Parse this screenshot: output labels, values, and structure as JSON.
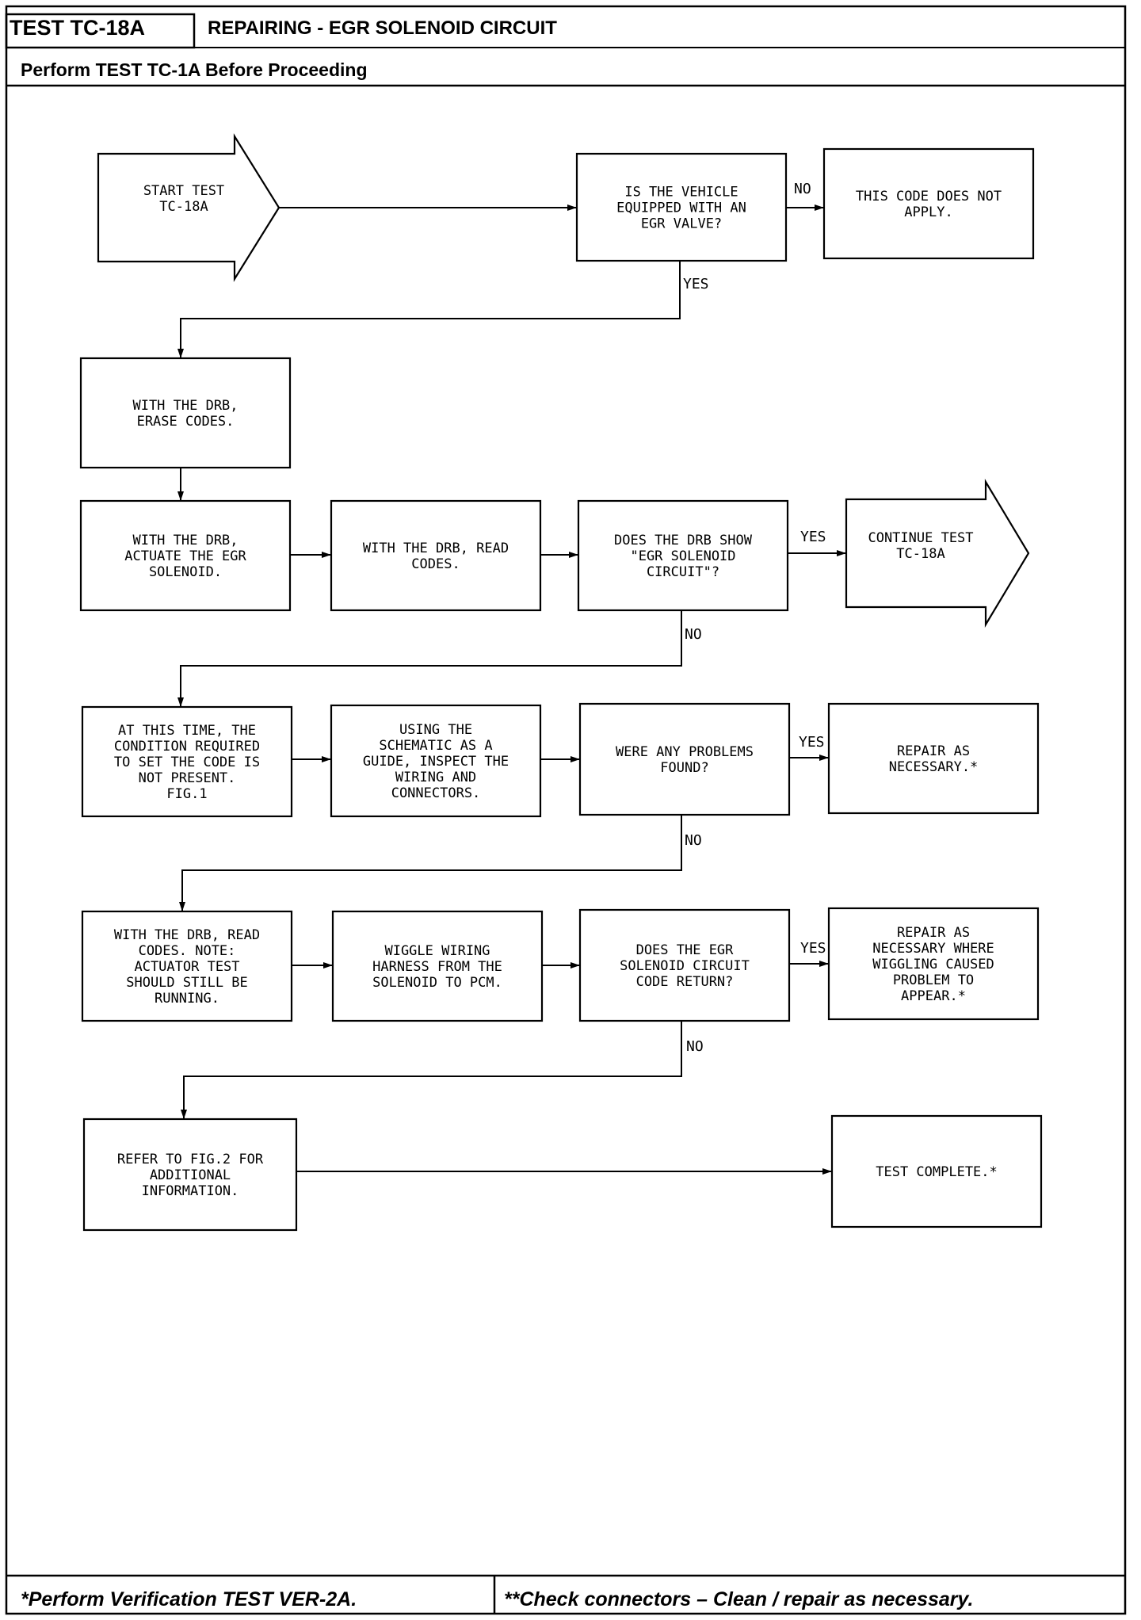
{
  "header": {
    "test_id": "TEST TC-18A",
    "title": "REPAIRING - EGR SOLENOID CIRCUIT",
    "prerequisite": "Perform TEST TC-1A Before Proceeding"
  },
  "flowchart": {
    "start": [
      "START TEST",
      "TC-18A"
    ],
    "q_egr_valve": [
      "IS THE VEHICLE",
      "EQUIPPED WITH AN",
      "EGR VALVE?"
    ],
    "not_apply": [
      "THIS CODE DOES NOT",
      "APPLY."
    ],
    "erase_codes": [
      "WITH THE DRB,",
      "ERASE CODES."
    ],
    "actuate": [
      "WITH THE DRB,",
      "ACTUATE THE EGR",
      "SOLENOID."
    ],
    "read_codes": [
      "WITH THE DRB, READ",
      "CODES."
    ],
    "q_drb_show": [
      "DOES THE DRB SHOW",
      "\"EGR SOLENOID",
      "CIRCUIT\"?"
    ],
    "continue_test": [
      "CONTINUE TEST",
      "TC-18A"
    ],
    "not_present": [
      "AT THIS TIME, THE",
      "CONDITION REQUIRED",
      "TO SET THE CODE IS",
      "NOT PRESENT.",
      "FIG.1"
    ],
    "inspect": [
      "USING THE",
      "SCHEMATIC AS A",
      "GUIDE, INSPECT THE",
      "WIRING AND",
      "CONNECTORS."
    ],
    "q_problems": [
      "WERE ANY PROBLEMS",
      "FOUND?"
    ],
    "repair1": [
      "REPAIR AS",
      "NECESSARY.*"
    ],
    "read_note": [
      "WITH THE DRB, READ",
      "CODES. NOTE:",
      "ACTUATOR TEST",
      "SHOULD STILL BE",
      "RUNNING."
    ],
    "wiggle": [
      "WIGGLE WIRING",
      "HARNESS FROM THE",
      "SOLENOID TO PCM."
    ],
    "q_return": [
      "DOES THE EGR",
      "SOLENOID CIRCUIT",
      "CODE RETURN?"
    ],
    "repair2": [
      "REPAIR AS",
      "NECESSARY WHERE",
      "WIGGLING CAUSED",
      "PROBLEM TO",
      "APPEAR.*"
    ],
    "refer": [
      "REFER TO FIG.2 FOR",
      "ADDITIONAL",
      "INFORMATION."
    ],
    "complete": [
      "TEST COMPLETE.*"
    ],
    "labels": {
      "no": "NO",
      "yes": "YES"
    }
  },
  "footer": {
    "left": "*Perform Verification TEST VER-2A.",
    "right": "**Check connectors – Clean / repair as necessary."
  }
}
